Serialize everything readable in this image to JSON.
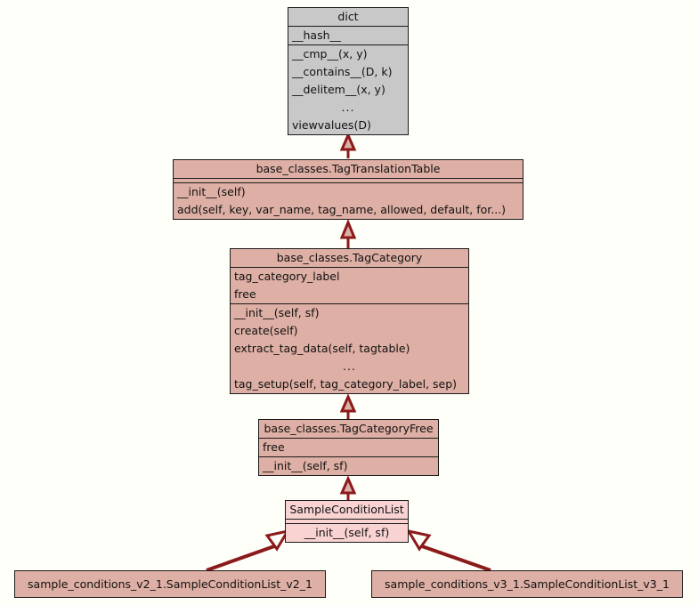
{
  "diagram": {
    "type": "uml-class-inheritance",
    "background_color": "#fffffa",
    "edge_color": "#8b1a1a",
    "colors": {
      "builtin_class_fill": "#c8c8c8",
      "base_class_fill": "#deafa4",
      "highlight_class_fill": "#f9d2d2",
      "border": "#1a1a1a"
    },
    "nodes": [
      {
        "id": "dict",
        "title": "dict",
        "attributes": [
          "__hash__"
        ],
        "methods": [
          "__cmp__(x, y)",
          "__contains__(D, k)",
          "__delitem__(x, y)",
          "...",
          "viewvalues(D)"
        ]
      },
      {
        "id": "tag_translation_table",
        "title": "base_classes.TagTranslationTable",
        "attributes": [],
        "methods": [
          "__init__(self)",
          "add(self, key, var_name, tag_name, allowed, default, for...)"
        ]
      },
      {
        "id": "tag_category",
        "title": "base_classes.TagCategory",
        "attributes": [
          "tag_category_label",
          "free"
        ],
        "methods": [
          "__init__(self, sf)",
          "create(self)",
          "extract_tag_data(self, tagtable)",
          "...",
          "tag_setup(self, tag_category_label, sep)"
        ]
      },
      {
        "id": "tag_category_free",
        "title": "base_classes.TagCategoryFree",
        "attributes": [
          "free"
        ],
        "methods": [
          "__init__(self, sf)"
        ]
      },
      {
        "id": "sample_condition_list",
        "title": "SampleConditionList",
        "attributes": [],
        "methods": [
          "__init__(self, sf)"
        ]
      },
      {
        "id": "sample_condition_list_v2_1",
        "title": "sample_conditions_v2_1.SampleConditionList_v2_1",
        "attributes": [],
        "methods": []
      },
      {
        "id": "sample_condition_list_v3_1",
        "title": "sample_conditions_v3_1.SampleConditionList_v3_1",
        "attributes": [],
        "methods": []
      }
    ],
    "edges": [
      {
        "from": "tag_translation_table",
        "to": "dict",
        "kind": "inheritance"
      },
      {
        "from": "tag_category",
        "to": "tag_translation_table",
        "kind": "inheritance"
      },
      {
        "from": "tag_category_free",
        "to": "tag_category",
        "kind": "inheritance"
      },
      {
        "from": "sample_condition_list",
        "to": "tag_category_free",
        "kind": "inheritance"
      },
      {
        "from": "sample_condition_list_v2_1",
        "to": "sample_condition_list",
        "kind": "inheritance"
      },
      {
        "from": "sample_condition_list_v3_1",
        "to": "sample_condition_list",
        "kind": "inheritance"
      }
    ]
  }
}
